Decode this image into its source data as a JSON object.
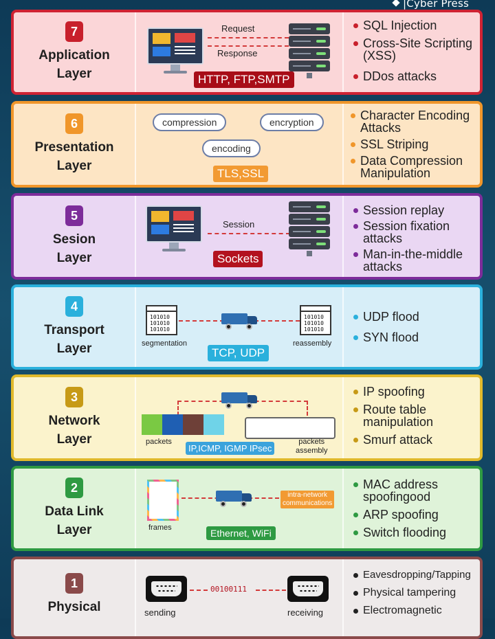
{
  "brand": "|Cyber Press",
  "colors": {
    "application": {
      "border": "#cf2333",
      "bg": "#fbd6d8",
      "badge": "#c8202c",
      "tag": "#a80d18"
    },
    "presentation": {
      "border": "#f0962a",
      "bg": "#fde5c4",
      "badge": "#f0962a",
      "tag": "#f29a32"
    },
    "session": {
      "border": "#7d2c9a",
      "bg": "#ead7f3",
      "badge": "#7d2c9a",
      "tag": "#b3121f"
    },
    "transport": {
      "border": "#2ab0dc",
      "bg": "#d7eef8",
      "badge": "#2ab0dc",
      "tag": "#2ab0dc"
    },
    "network": {
      "border": "#e0b92b",
      "bg": "#fbf3cc",
      "badge": "#c79a16",
      "tag": "#3ba3dc"
    },
    "datalink": {
      "border": "#2e9a42",
      "bg": "#dff3d9",
      "badge": "#2e9a42",
      "tag": "#2e9a42"
    },
    "physical": {
      "border": "#8a4a4a",
      "bg": "#eeeaea",
      "badge": "#8a4a4a"
    }
  },
  "layers": {
    "application": {
      "number": "7",
      "name_line1": "Application",
      "name_line2": "Layer",
      "request": "Request",
      "response": "Response",
      "protocols": "HTTP, FTP,SMTP",
      "attacks": [
        "SQL Injection",
        "Cross-Site Scripting (XSS)",
        "DDos attacks"
      ]
    },
    "presentation": {
      "number": "6",
      "name_line1": "Presentation",
      "name_line2": "Layer",
      "pill1": "compression",
      "pill2": "encryption",
      "pill3": "encoding",
      "protocols": "TLS,SSL",
      "attacks": [
        "Character Encoding Attacks",
        "SSL Striping",
        "Data Compression Manipulation"
      ]
    },
    "session": {
      "number": "5",
      "name_line1": "Sesion",
      "name_line2": "Layer",
      "session_label": "Session",
      "protocols": "Sockets",
      "attacks": [
        "Session replay",
        "Session fixation attacks",
        "Man-in-the-middle attacks"
      ]
    },
    "transport": {
      "number": "4",
      "name_line1": "Transport",
      "name_line2": "Layer",
      "binary": "101010",
      "left_label": "segmentation",
      "right_label": "reassembly",
      "protocols": "TCP, UDP",
      "attacks": [
        "UDP flood",
        "SYN flood"
      ]
    },
    "network": {
      "number": "3",
      "name_line1": "Network",
      "name_line2": "Layer",
      "left_label": "packets",
      "right_label_1": "packets",
      "right_label_2": "assembly",
      "protocols": "IP,ICMP, IGMP IPsec",
      "attacks": [
        "IP spoofing",
        "Route table manipulation",
        "Smurf attack"
      ]
    },
    "datalink": {
      "number": "2",
      "name_line1": "Data Link",
      "name_line2": "Layer",
      "frames": "frames",
      "intra_1": "intra-network",
      "intra_2": "communications",
      "protocols": "Ethernet, WiFi",
      "attacks": [
        "MAC address spoofingood",
        "ARP spoofing",
        "Switch flooding"
      ]
    },
    "physical": {
      "number": "1",
      "name_line1": "Physical",
      "bits": "00100111",
      "sending": "sending",
      "receiving": "receiving",
      "attacks": [
        "Eavesdropping/Tapping",
        "Physical tampering",
        "Electromagnetic"
      ]
    }
  }
}
